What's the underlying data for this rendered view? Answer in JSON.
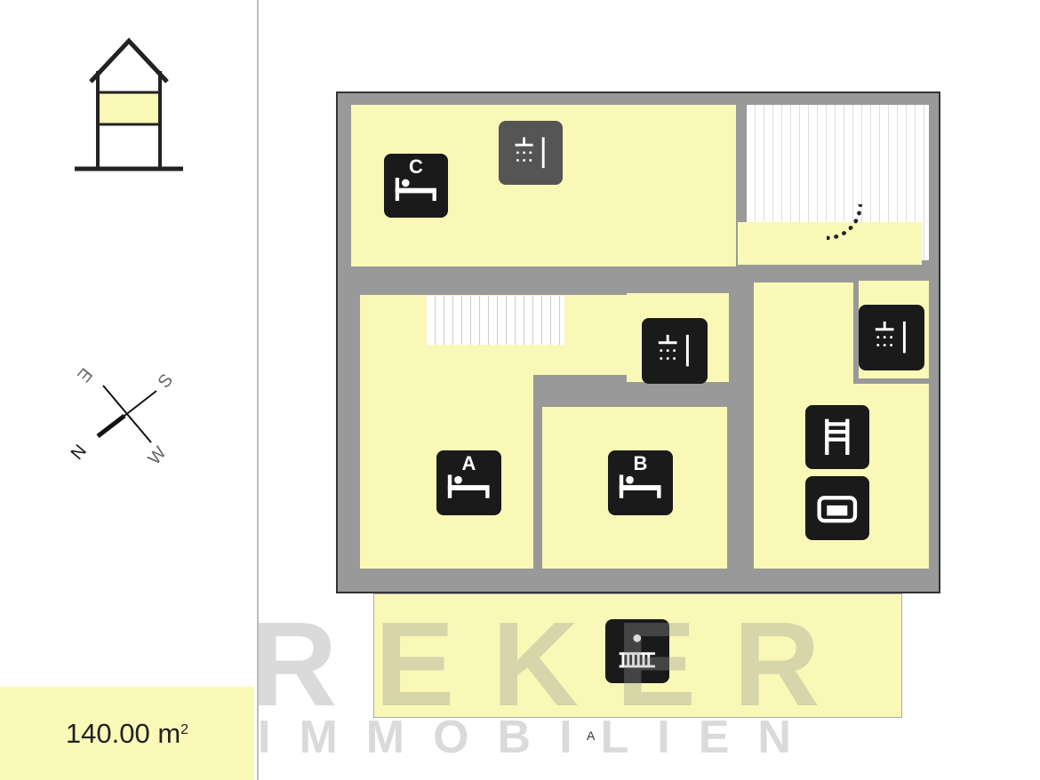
{
  "sidebar": {
    "area_value": "140.00 m",
    "area_exponent": "2",
    "compass": {
      "north": "N",
      "east": "E",
      "south": "S",
      "west": "W"
    }
  },
  "plan": {
    "rooms": [
      {
        "id": "C",
        "icon": "bed-icon"
      },
      {
        "id": "A",
        "icon": "bed-icon"
      },
      {
        "id": "B",
        "icon": "bed-icon"
      }
    ],
    "section_marker": "A"
  },
  "watermark": {
    "brand": "REKER",
    "sub": "IMMOBILIEN"
  },
  "colors": {
    "room_fill": "#faf8b6",
    "wall": "#999999",
    "icon_bg": "#1a1a1a"
  }
}
